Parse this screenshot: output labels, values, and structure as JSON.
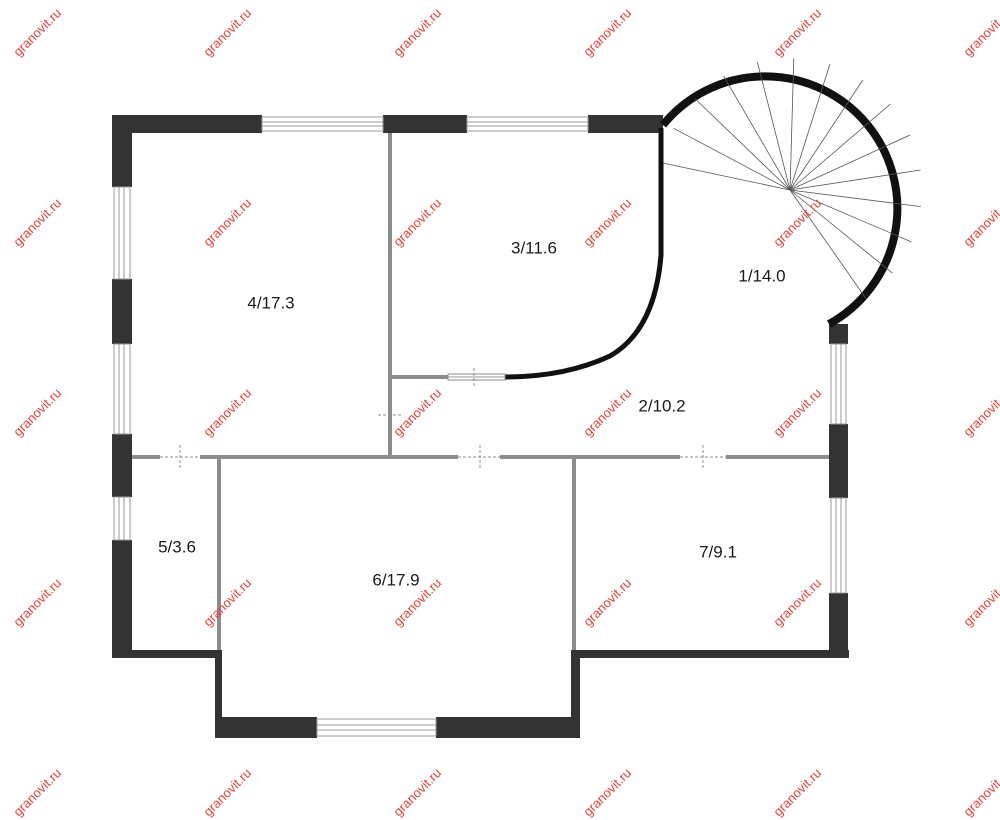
{
  "colors": {
    "wall": "#333333",
    "partition": "#8c8c8c",
    "watermark": "#e3423a",
    "background": "#ffffff"
  },
  "watermark": {
    "text": "granovit.ru"
  },
  "rooms": [
    {
      "id": "r1",
      "label": "1/14.0"
    },
    {
      "id": "r2",
      "label": "2/10.2"
    },
    {
      "id": "r3",
      "label": "3/11.6"
    },
    {
      "id": "r4",
      "label": "4/17.3"
    },
    {
      "id": "r5",
      "label": "5/3.6"
    },
    {
      "id": "r6",
      "label": "6/17.9"
    },
    {
      "id": "r7",
      "label": "7/9.1"
    }
  ]
}
